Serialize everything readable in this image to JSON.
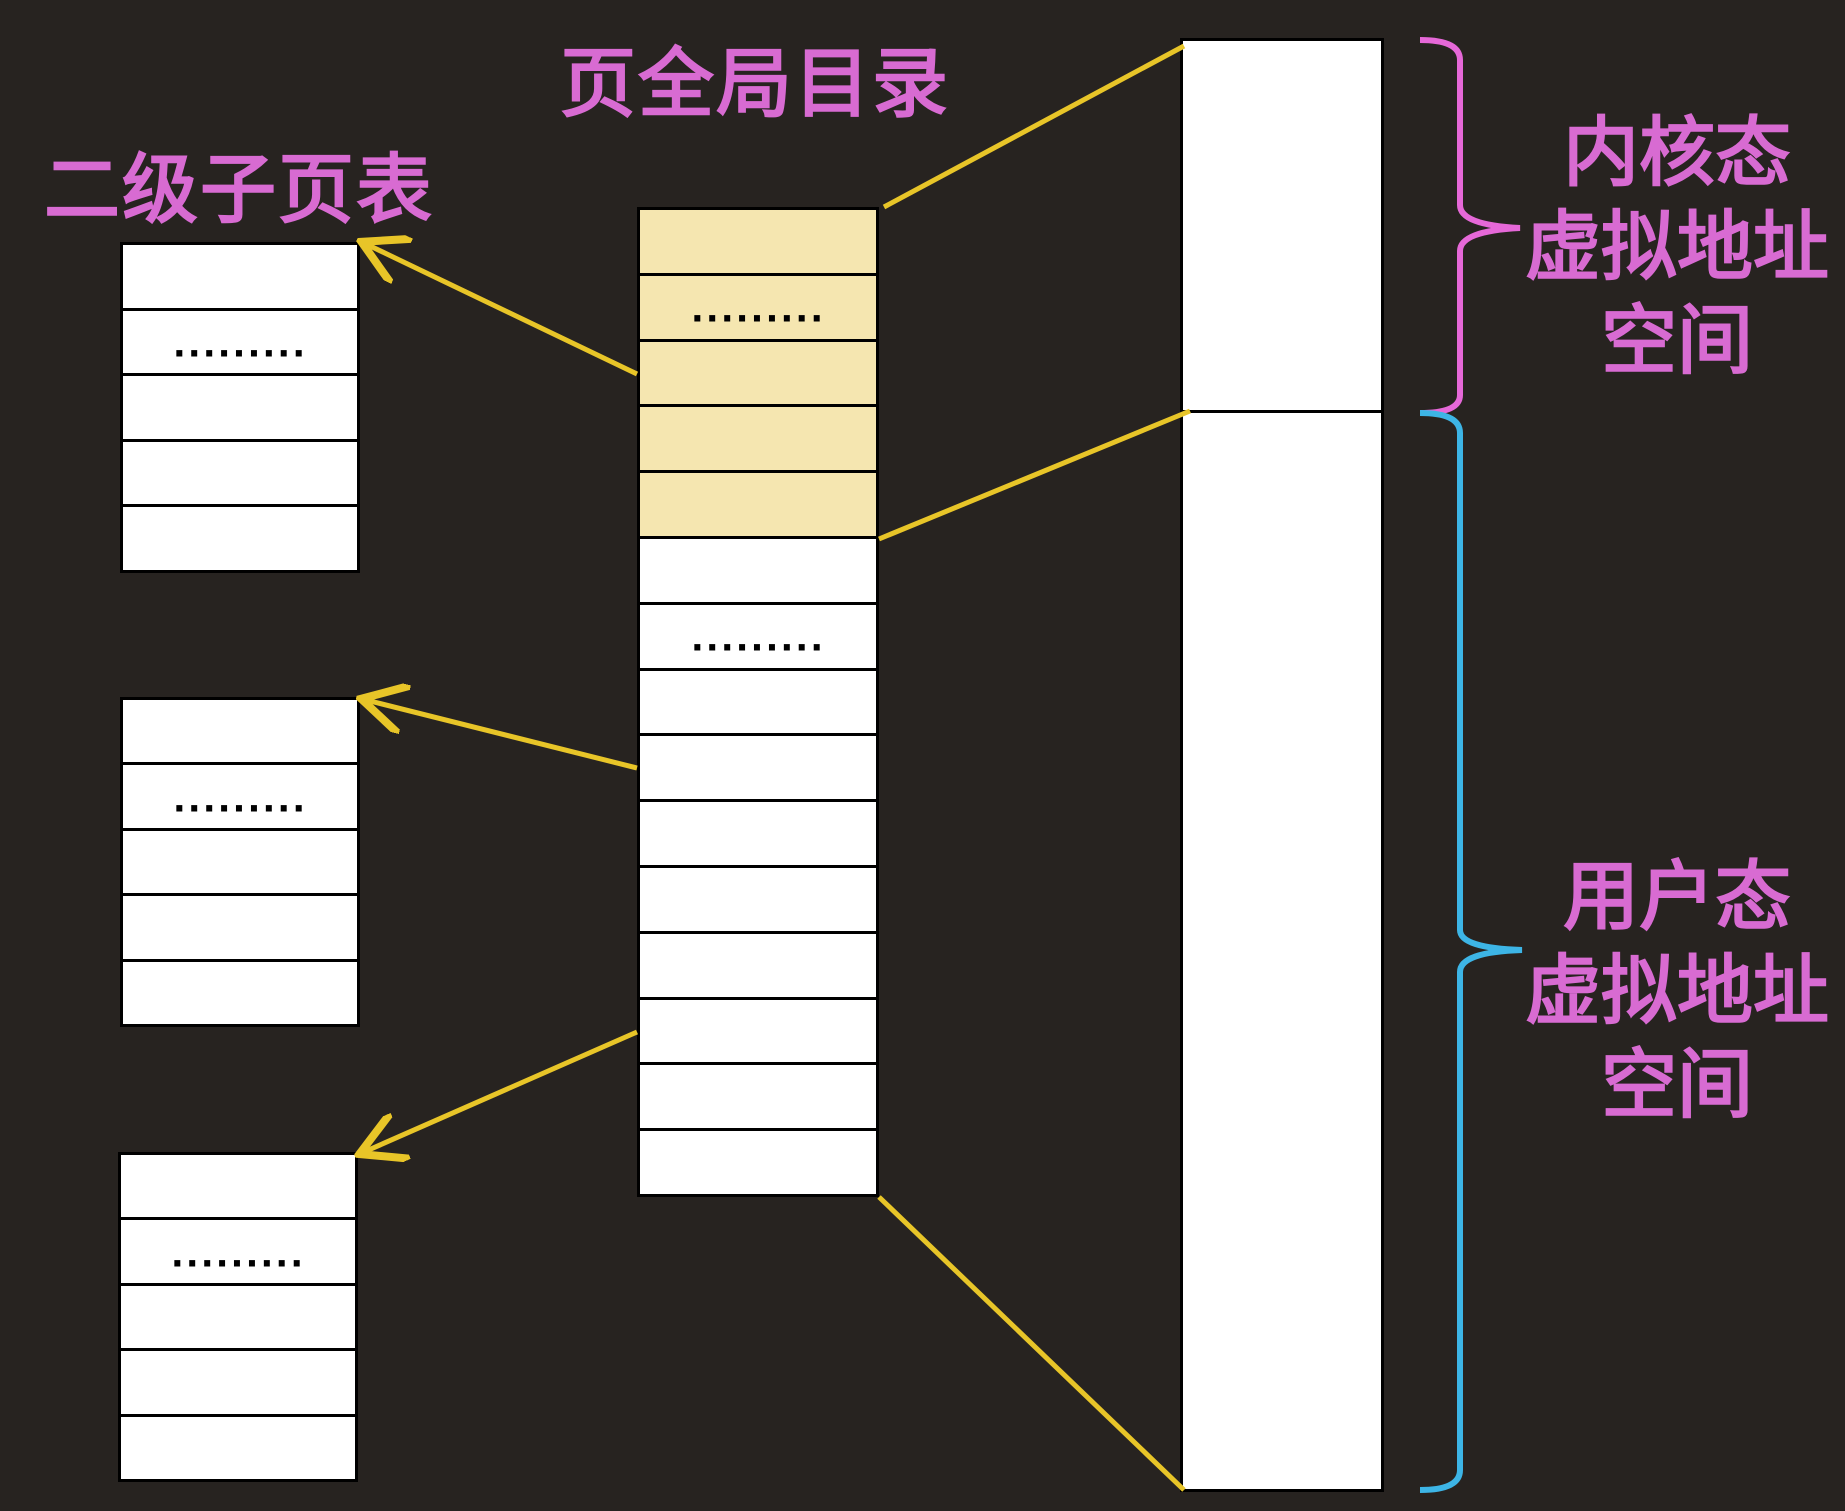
{
  "titles": {
    "page_global_directory": "页全局目录",
    "second_level_page_table": "二级子页表"
  },
  "address_space": {
    "kernel": {
      "lines": [
        "内核态",
        "虚拟地址",
        "空间"
      ],
      "brace_color": "#e668d8"
    },
    "user": {
      "lines": [
        "用户态",
        "虚拟地址",
        "空间"
      ],
      "brace_color": "#3db5e6"
    }
  },
  "ellipsis": ".........",
  "colors": {
    "background": "#272320",
    "label": "#d86bd2",
    "arrow": "#e8c528",
    "kernel_entry": "#f5e6b0",
    "entry": "#ffffff"
  },
  "pgd": {
    "kernel_entries": 5,
    "user_entries": 10,
    "kernel_ellipsis_row": 1,
    "user_ellipsis_row": 1
  },
  "sub_tables": [
    {
      "entries": 5,
      "ellipsis_row": 1
    },
    {
      "entries": 5,
      "ellipsis_row": 1
    },
    {
      "entries": 5,
      "ellipsis_row": 1
    }
  ]
}
